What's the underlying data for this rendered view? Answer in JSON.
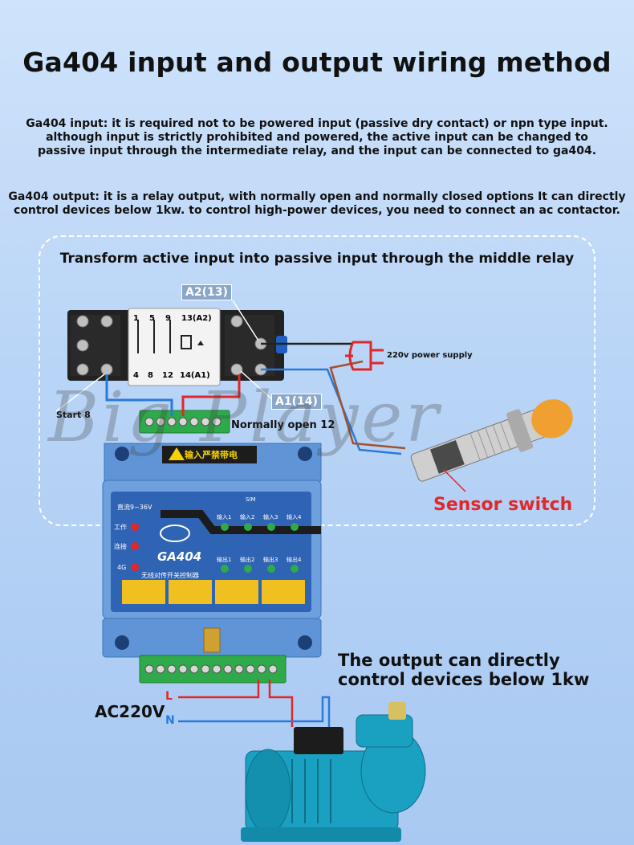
{
  "title": "Ga404 input and output wiring method",
  "input_text": {
    "line1": "Ga404 input: it is required not to be powered input (passive dry contact) or npn type input.",
    "line2": "although input is strictly prohibited and powered, the active input can be changed to",
    "line3": "passive input through the intermediate relay, and the input can be connected to ga404."
  },
  "output_text": {
    "line1": "Ga404 output: it is a relay output, with normally open and normally closed options It can directly",
    "line2": "control devices below 1kw. to control high-power devices, you need to connect an ac contactor."
  },
  "relay_section": {
    "title": "Transform active input into passive input through the middle relay",
    "label_a2": "A2(13)",
    "label_a1": "A1(14)",
    "label_start": "Start 8",
    "label_normally_open": "Normally open 12",
    "label_power": "220v power supply",
    "label_sensor": "Sensor switch",
    "relay_terminals_top": [
      "1",
      "5",
      "9",
      "13(A2)"
    ],
    "relay_terminals_bottom": [
      "4",
      "8",
      "12",
      "14(A1)"
    ]
  },
  "device": {
    "model": "GA404",
    "subtitle": "无线对传开关控制器",
    "warning": "输入严禁带电",
    "voltage": "直流9~36V",
    "status_lights": [
      "工作",
      "连接",
      "4G"
    ],
    "input_labels": [
      "输入1",
      "输入2",
      "输入3",
      "输入4"
    ],
    "output_labels": [
      "输出1",
      "输出2",
      "输出3",
      "输出4"
    ],
    "sim": "SIM"
  },
  "output_section": {
    "text": "The output can directly control devices below 1kw",
    "ac_label": "AC220V",
    "line_L": "L",
    "line_N": "N"
  },
  "watermark": "Big Player",
  "colors": {
    "wire_red": "#e0282a",
    "wire_blue": "#2a7ad8",
    "wire_brown": "#a0522d",
    "device_blue": "#5f95d6",
    "terminal_green": "#2faa4a",
    "sensor_orange": "#f0a030",
    "pump_teal": "#1aa0c0"
  }
}
